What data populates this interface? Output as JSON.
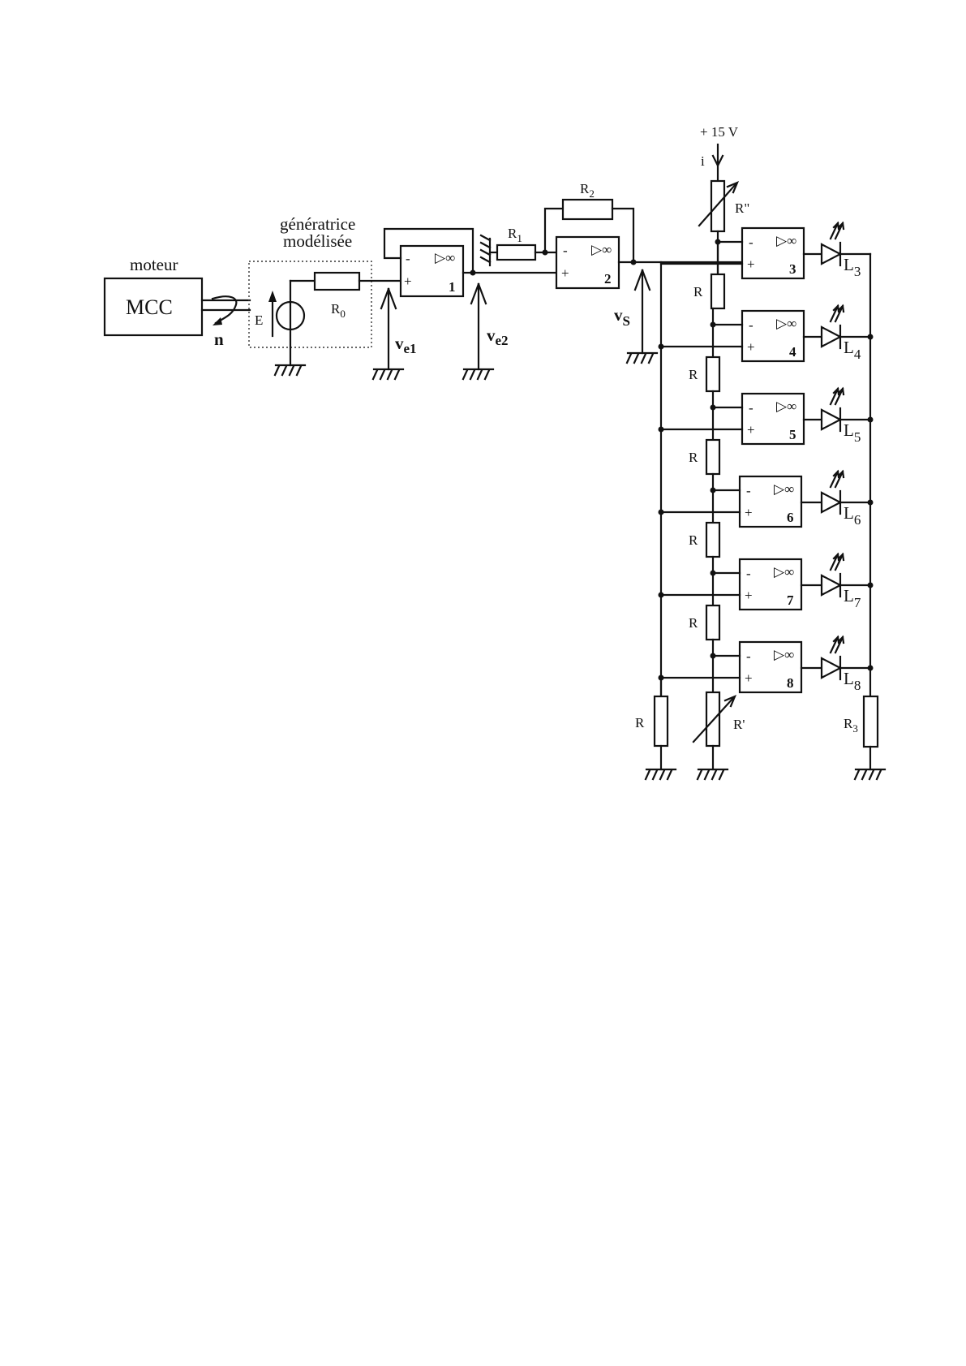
{
  "diagram": {
    "type": "circuit-schematic",
    "motor": {
      "label": "moteur",
      "block_text": "MCC",
      "speed_symbol": "n"
    },
    "generator": {
      "label_line1": "génératrice",
      "label_line2": "modélisée",
      "source_label": "E",
      "resistor_label": "R",
      "resistor_sub": "0"
    },
    "voltages": {
      "ve1": {
        "main": "v",
        "sub": "e1"
      },
      "ve2": {
        "main": "v",
        "sub": "e2"
      },
      "vs": {
        "main": "v",
        "sub": "S"
      }
    },
    "resistors": {
      "r1": {
        "main": "R",
        "sub": "1"
      },
      "r2": {
        "main": "R",
        "sub": "2"
      },
      "r3": {
        "main": "R",
        "sub": "3"
      },
      "r_ladder": "R",
      "r_bottom": "R",
      "r_prime": "R'",
      "r_double_prime": "R\""
    },
    "supply": {
      "label": "+ 15 V",
      "current": "i"
    },
    "opamp_symbol": "▷∞",
    "opamp_minus": "-",
    "opamp_plus": "+",
    "opamps": [
      {
        "id": "1"
      },
      {
        "id": "2"
      },
      {
        "id": "3"
      },
      {
        "id": "4"
      },
      {
        "id": "5"
      },
      {
        "id": "6"
      },
      {
        "id": "7"
      },
      {
        "id": "8"
      }
    ],
    "leds": [
      {
        "main": "L",
        "sub": "3"
      },
      {
        "main": "L",
        "sub": "4"
      },
      {
        "main": "L",
        "sub": "5"
      },
      {
        "main": "L",
        "sub": "6"
      },
      {
        "main": "L",
        "sub": "7"
      },
      {
        "main": "L",
        "sub": "8"
      }
    ]
  }
}
